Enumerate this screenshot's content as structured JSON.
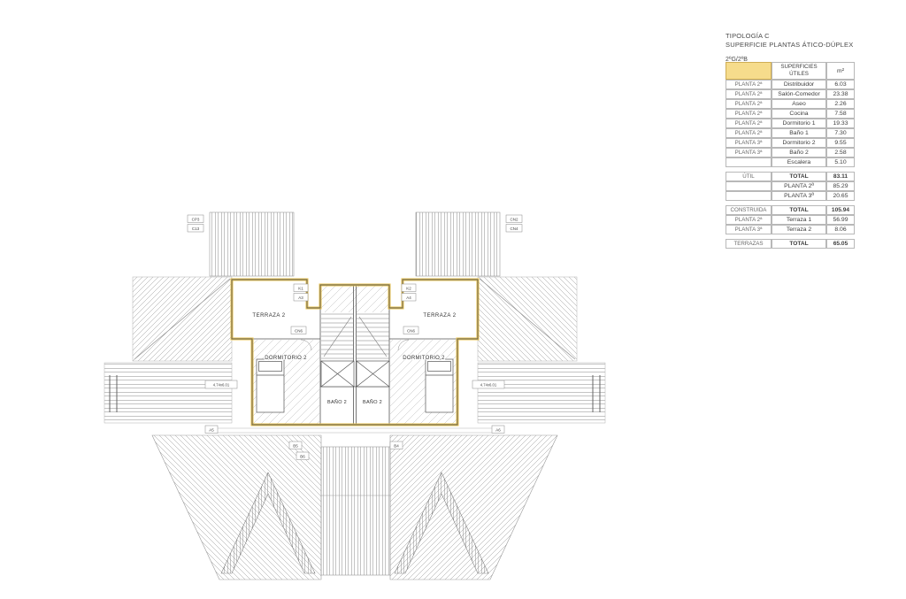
{
  "title_block": {
    "typology": "TIPOLOGÍA C",
    "subtitle": "SUPERFICIE PLANTAS ÁTICO-DÚPLEX",
    "unit_ref": "2ºG/2ºB"
  },
  "area_table": {
    "header": {
      "useful_l1": "SUPERFICIES",
      "useful_l2": "ÚTILES",
      "unit": "m²"
    },
    "rows": [
      {
        "floor": "PLANTA 2ª",
        "room": "Distribuidor",
        "value": "6.03"
      },
      {
        "floor": "PLANTA 2ª",
        "room": "Salón-Comedor",
        "value": "23.38"
      },
      {
        "floor": "PLANTA 2ª",
        "room": "Aseo",
        "value": "2.26"
      },
      {
        "floor": "PLANTA 2ª",
        "room": "Cocina",
        "value": "7.58"
      },
      {
        "floor": "PLANTA 2ª",
        "room": "Dormitorio 1",
        "value": "19.33"
      },
      {
        "floor": "PLANTA 2ª",
        "room": "Baño 1",
        "value": "7.30"
      },
      {
        "floor": "PLANTA 3ª",
        "room": "Dormitorio 2",
        "value": "9.55"
      },
      {
        "floor": "PLANTA 3ª",
        "room": "Baño 2",
        "value": "2.58"
      },
      {
        "floor": "",
        "room": "Escalera",
        "value": "5.10"
      }
    ],
    "totals": [
      {
        "label": "ÚTIL",
        "desc": "TOTAL",
        "value": "83.11"
      },
      {
        "label": "",
        "desc": "PLANTA 2ª",
        "value": "85.29"
      },
      {
        "label": "",
        "desc": "PLANTA 3ª",
        "value": "20.65"
      },
      {
        "label": "CONSTRUIDA",
        "desc": "TOTAL",
        "value": "105.94"
      },
      {
        "label": "PLANTA 2ª",
        "desc": "Terraza 1",
        "value": "56.99"
      },
      {
        "label": "PLANTA 3ª",
        "desc": "Terraza 2",
        "value": "8.06"
      },
      {
        "label": "TERRAZAS",
        "desc": "TOTAL",
        "value": "65.05"
      }
    ]
  },
  "plan": {
    "accent_color": "#E9C34F",
    "rooms": {
      "terraza_left": "TERRAZA 2",
      "terraza_right": "TERRAZA 2",
      "dorm_left": "DORMITORIO 2",
      "dorm_right": "DORMITORIO 2",
      "bath_left": "BAÑO 2",
      "bath_right": "BAÑO 2"
    },
    "tags": {
      "cp3": "CP3",
      "c13": "C13",
      "cn2": "CN2",
      "cn4": "CN4",
      "k1": "K1",
      "a3": "A3",
      "k2": "K2",
      "a4": "A4",
      "cn6_left": "CN6",
      "cn6_right": "CN6",
      "dim_left": "4.74x6.01",
      "dim_right": "4.74x6.01",
      "a5": "A5",
      "a6": "A6",
      "b4": "B4",
      "b5": "B5",
      "b6": "B6"
    }
  }
}
